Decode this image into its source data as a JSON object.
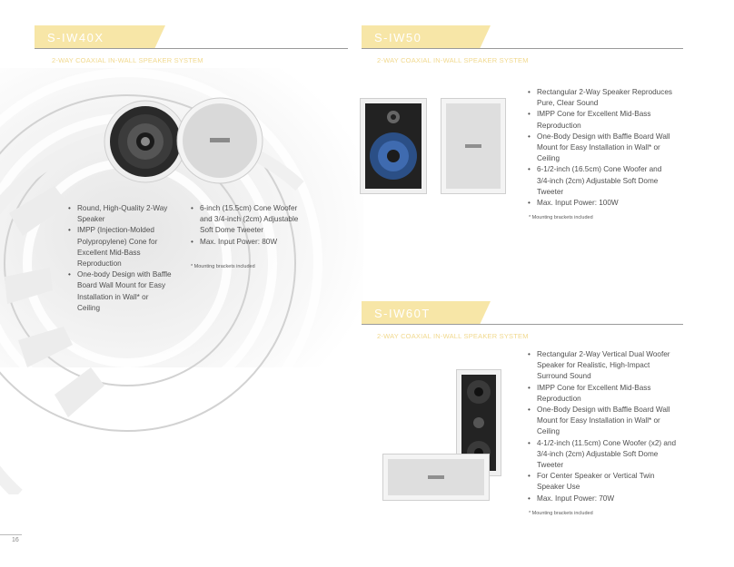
{
  "page_number": "16",
  "products": [
    {
      "model": "S-IW40X",
      "subtitle": "2-WAY COAXIAL IN-WALL SPEAKER SYSTEM",
      "features_col1": [
        "Round, High-Quality 2-Way Speaker",
        "IMPP (Injection-Molded Polypropylene) Cone for Excellent Mid-Bass Reproduction",
        "One-body Design with Baffle Board Wall Mount for Easy Installation in Wall* or Ceiling"
      ],
      "features_col2": [
        "6-inch (15.5cm) Cone Woofer and 3/4-inch (2cm) Adjustable Soft Dome Tweeter",
        "Max. Input Power: 80W"
      ],
      "note": "* Mounting brackets included"
    },
    {
      "model": "S-IW50",
      "subtitle": "2-WAY COAXIAL IN-WALL SPEAKER SYSTEM",
      "features": [
        "Rectangular 2-Way Speaker Reproduces Pure, Clear Sound",
        "IMPP Cone for Excellent Mid-Bass Reproduction",
        "One-Body Design with Baffle Board Wall Mount for Easy Installation in Wall* or Ceiling",
        "6-1/2-inch (16.5cm) Cone Woofer and 3/4-inch (2cm) Adjustable Soft Dome Tweeter",
        "Max. Input Power: 100W"
      ],
      "note": "* Mounting brackets included"
    },
    {
      "model": "S-IW60T",
      "subtitle": "2-WAY COAXIAL IN-WALL SPEAKER SYSTEM",
      "features": [
        "Rectangular 2-Way Vertical Dual Woofer Speaker for Realistic, High-Impact Surround Sound",
        "IMPP Cone for Excellent Mid-Bass Reproduction",
        "One-Body Design with Baffle Board Wall Mount for Easy Installation in Wall* or Ceiling",
        "4-1/2-inch (11.5cm) Cone Woofer (x2) and 3/4-inch (2cm) Adjustable Soft Dome Tweeter",
        "For Center Speaker or Vertical Twin Speaker Use",
        "Max. Input Power: 70W"
      ],
      "note": "* Mounting brackets included"
    }
  ]
}
